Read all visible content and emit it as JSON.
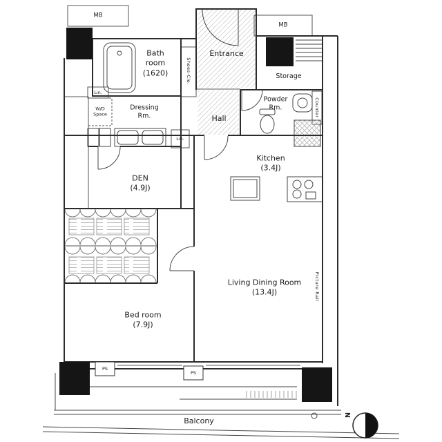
{
  "labels": {
    "mb_left": "MB",
    "mb_right": "MB",
    "bath_room": "Bath\nroom\n(1620)",
    "entrance": "Entrance",
    "shoes_closet": "Shoes-Clo.",
    "storage": "Storage",
    "powder_room": "Powder\nRm.",
    "hall": "Hall",
    "dressing_room": "Dressing\nRm.",
    "wd_space": "W/D\nSpace",
    "linen_upper": "Lin.",
    "linen_lower": "Lin.",
    "counter": "Counter",
    "kitchen": "Kitchen\n(3.4J)",
    "den": "DEN\n(4.9J)",
    "living_dining": "Living Dining Room\n(13.4J)",
    "bedroom": "Bed room\n(7.9J)",
    "balcony": "Balcony",
    "ps_left": "PS",
    "ps_right": "PS",
    "picture_rail": "Picture Rail",
    "compass_north": "N"
  },
  "colors": {
    "wall": "#2b2b2b",
    "line": "#555555",
    "text": "#1a1a1a",
    "hatch": "#cfcfcf"
  }
}
